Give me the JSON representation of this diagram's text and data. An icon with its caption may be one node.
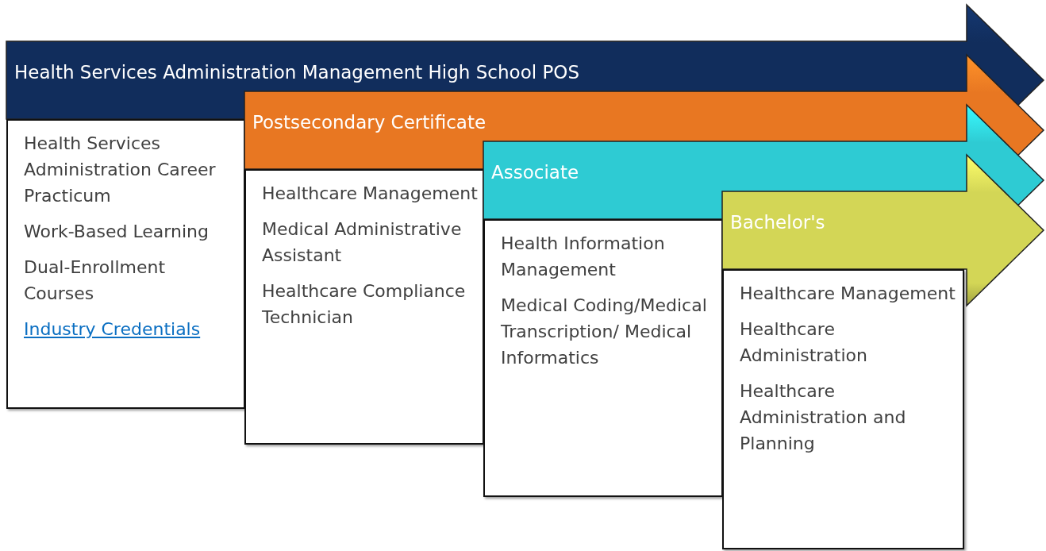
{
  "diagram": {
    "nodes": [
      {
        "text": [
          "Health Services Administration Management High School POS"
        ]
      },
      {
        "text": [
          "Health Services Administration Career Practicum",
          "Work-Based Learning",
          "Dual-Enrollment Courses",
          "Industry Credentials"
        ]
      },
      {
        "text": [
          "Postsecondary Certificate"
        ]
      },
      {
        "text": [
          "Healthcare Management",
          "Medical Administrative Assistant",
          "Healthcare Compliance Technician"
        ]
      },
      {
        "text": [
          "Associate"
        ]
      },
      {
        "text": [
          "Health Information Management",
          "Medical Coding/Medical Transcription/ Medical Informatics"
        ]
      },
      {
        "text": [
          "Bachelor's"
        ]
      },
      {
        "text": [
          "Healthcare Management",
          "Healthcare Administration",
          "Healthcare Administration and Planning"
        ]
      }
    ]
  }
}
